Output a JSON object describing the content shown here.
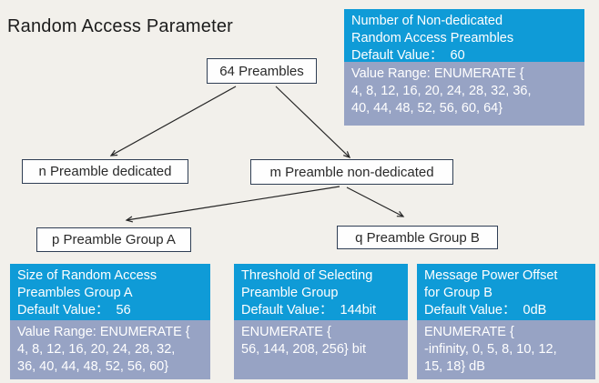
{
  "page": {
    "title": "Random Access Parameter",
    "colors": {
      "background": "#F2F0EB",
      "info_header_blue": "#0F9BD7",
      "info_range_gray": "#97A3C4",
      "flow_box_border": "#2F3E54",
      "arrow": "#262626"
    }
  },
  "flow_boxes": {
    "root": "64 Preambles",
    "dedicated": "n Preamble dedicated",
    "non_dedicated": "m Preamble non-dedicated",
    "group_a": "p Preamble Group A",
    "group_b": "q Preamble Group B"
  },
  "info_boxes": {
    "top_right": {
      "blue_lines": [
        "Number of Non-dedicated",
        "Random Access Preambles",
        "Default Value：  60"
      ],
      "gray_lines": [
        "Value Range: ENUMERATE {",
        "4, 8, 12, 16, 20, 24, 28, 32, 36,",
        "40, 44, 48, 52, 56, 60, 64}"
      ]
    },
    "group_a_size": {
      "blue_lines": [
        "Size of Random Access",
        "Preambles Group A",
        "Default Value：  56"
      ],
      "gray_lines": [
        "Value Range: ENUMERATE {",
        "4, 8, 12, 16, 20, 24, 28, 32,",
        "36, 40, 44, 48, 52, 56, 60}"
      ]
    },
    "threshold": {
      "blue_lines": [
        "Threshold of Selecting",
        "Preamble Group",
        "Default Value：  144bit"
      ],
      "gray_lines": [
        "ENUMERATE {",
        "56, 144, 208, 256} bit"
      ]
    },
    "power_offset": {
      "blue_lines": [
        "Message Power Offset",
        "for Group B",
        "Default Value：  0dB"
      ],
      "gray_lines": [
        "ENUMERATE {",
        "-infinity, 0, 5, 8, 10, 12,",
        "15, 18} dB"
      ]
    }
  }
}
